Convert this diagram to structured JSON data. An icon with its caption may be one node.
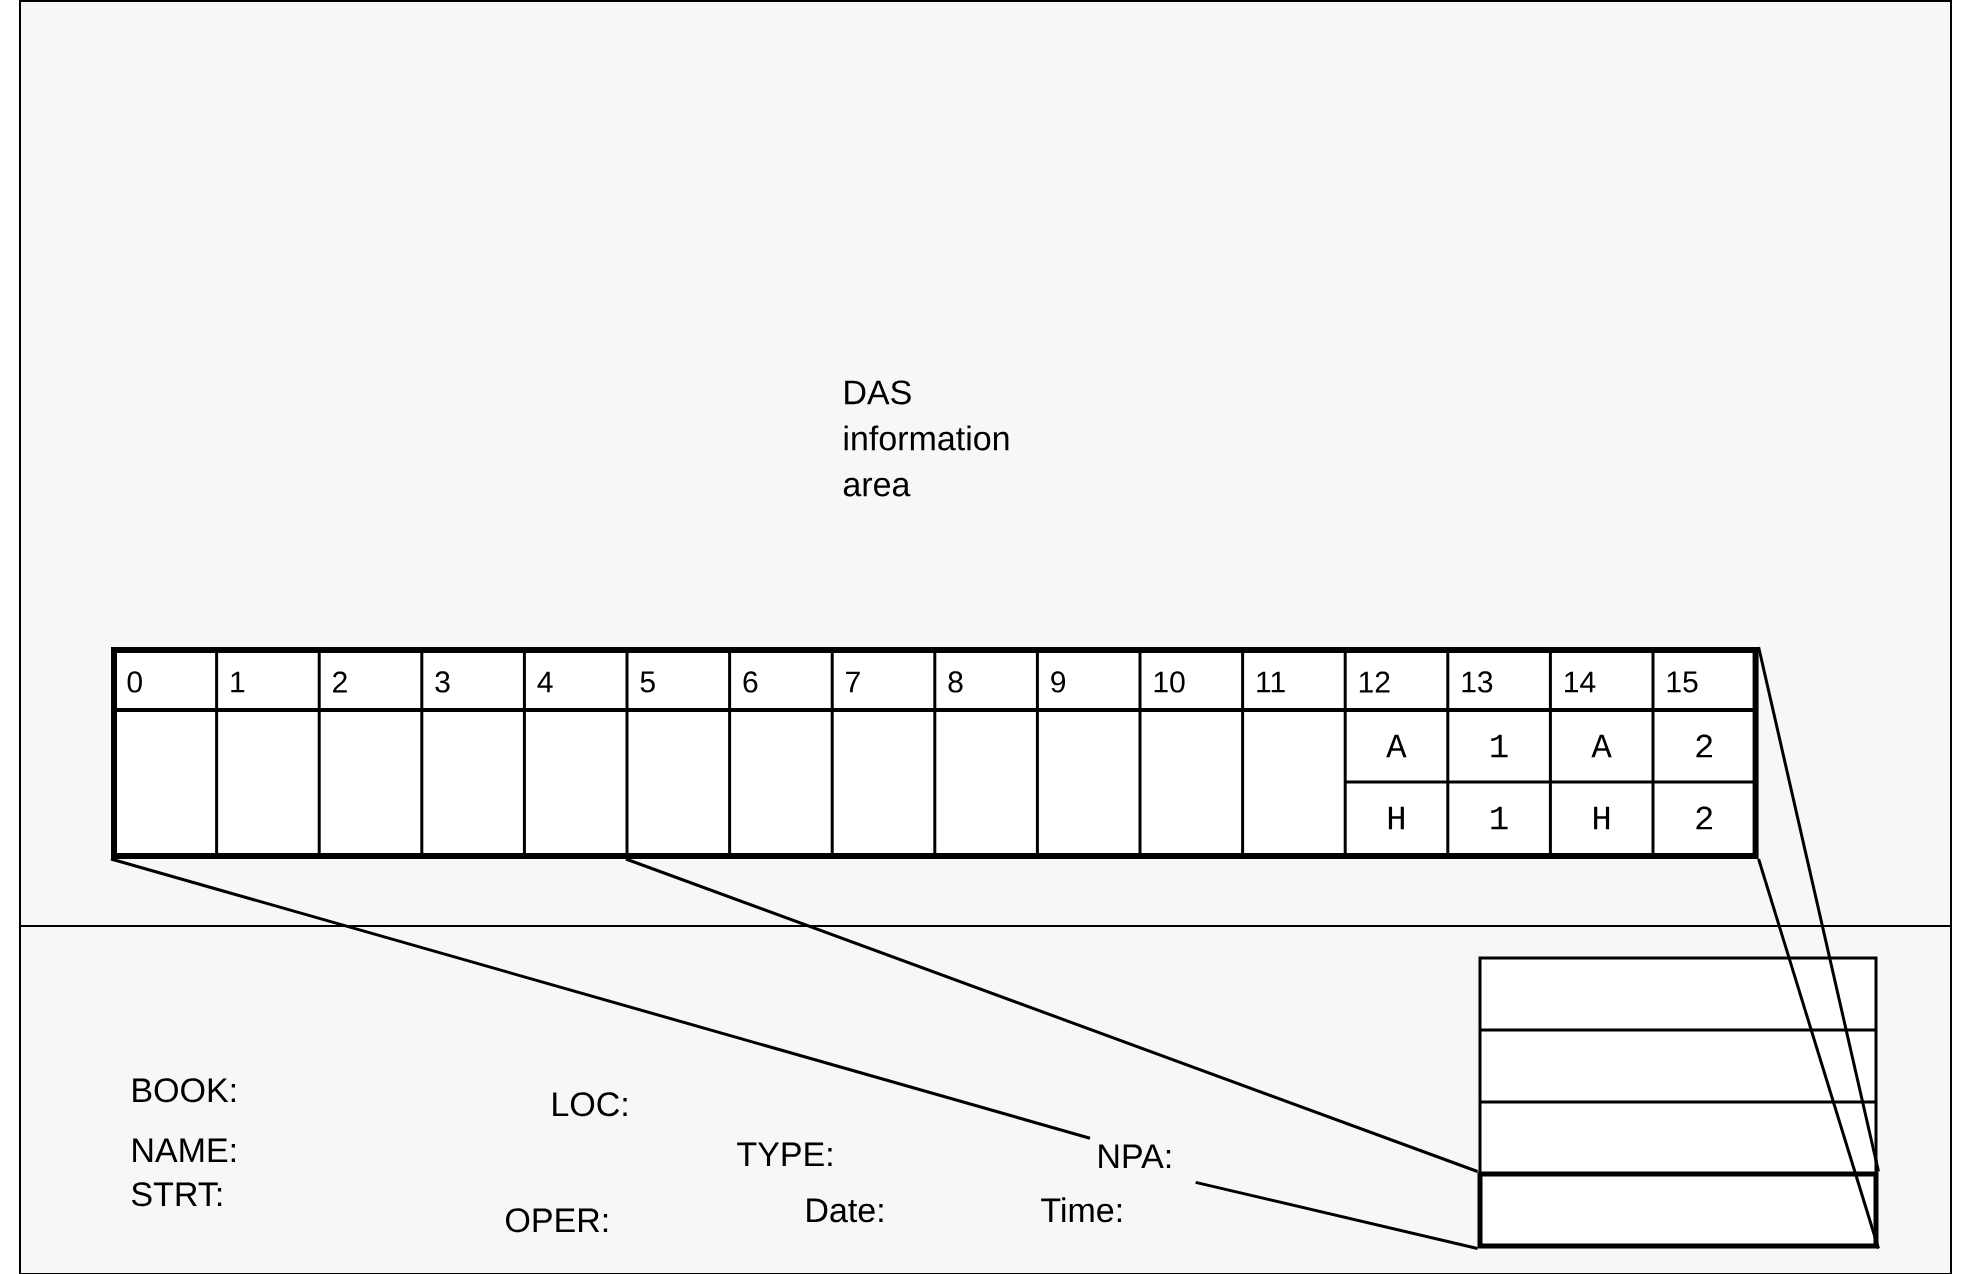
{
  "diagram": {
    "nodes": [
      {
        "text": [
          "0",
          "1",
          "2",
          "3",
          "4",
          "5",
          "6",
          "7",
          "8",
          "9",
          "10",
          "11",
          "12",
          "13",
          "14",
          "15",
          "A",
          "1",
          "A",
          "2",
          "H",
          "1",
          "H",
          "2"
        ]
      },
      {
        "text": [],
        "shape": "box"
      },
      {
        "text": [
          "NPA:"
        ]
      }
    ],
    "edges": [
      {
        "from": 0,
        "to": 2,
        "arrow": "none"
      },
      {
        "from": 0,
        "to": 1,
        "arrow": "none"
      },
      {
        "from": 0,
        "to": 1,
        "arrow": "none"
      },
      {
        "from": 0,
        "to": 1,
        "arrow": "none"
      },
      {
        "from": 2,
        "to": 1,
        "arrow": "none"
      }
    ],
    "labels": [
      "DAS information area",
      "BOOK:",
      "LOC:",
      "NAME:",
      "TYPE:",
      "STRT:",
      "OPER:",
      "Date:",
      "Time:"
    ]
  }
}
